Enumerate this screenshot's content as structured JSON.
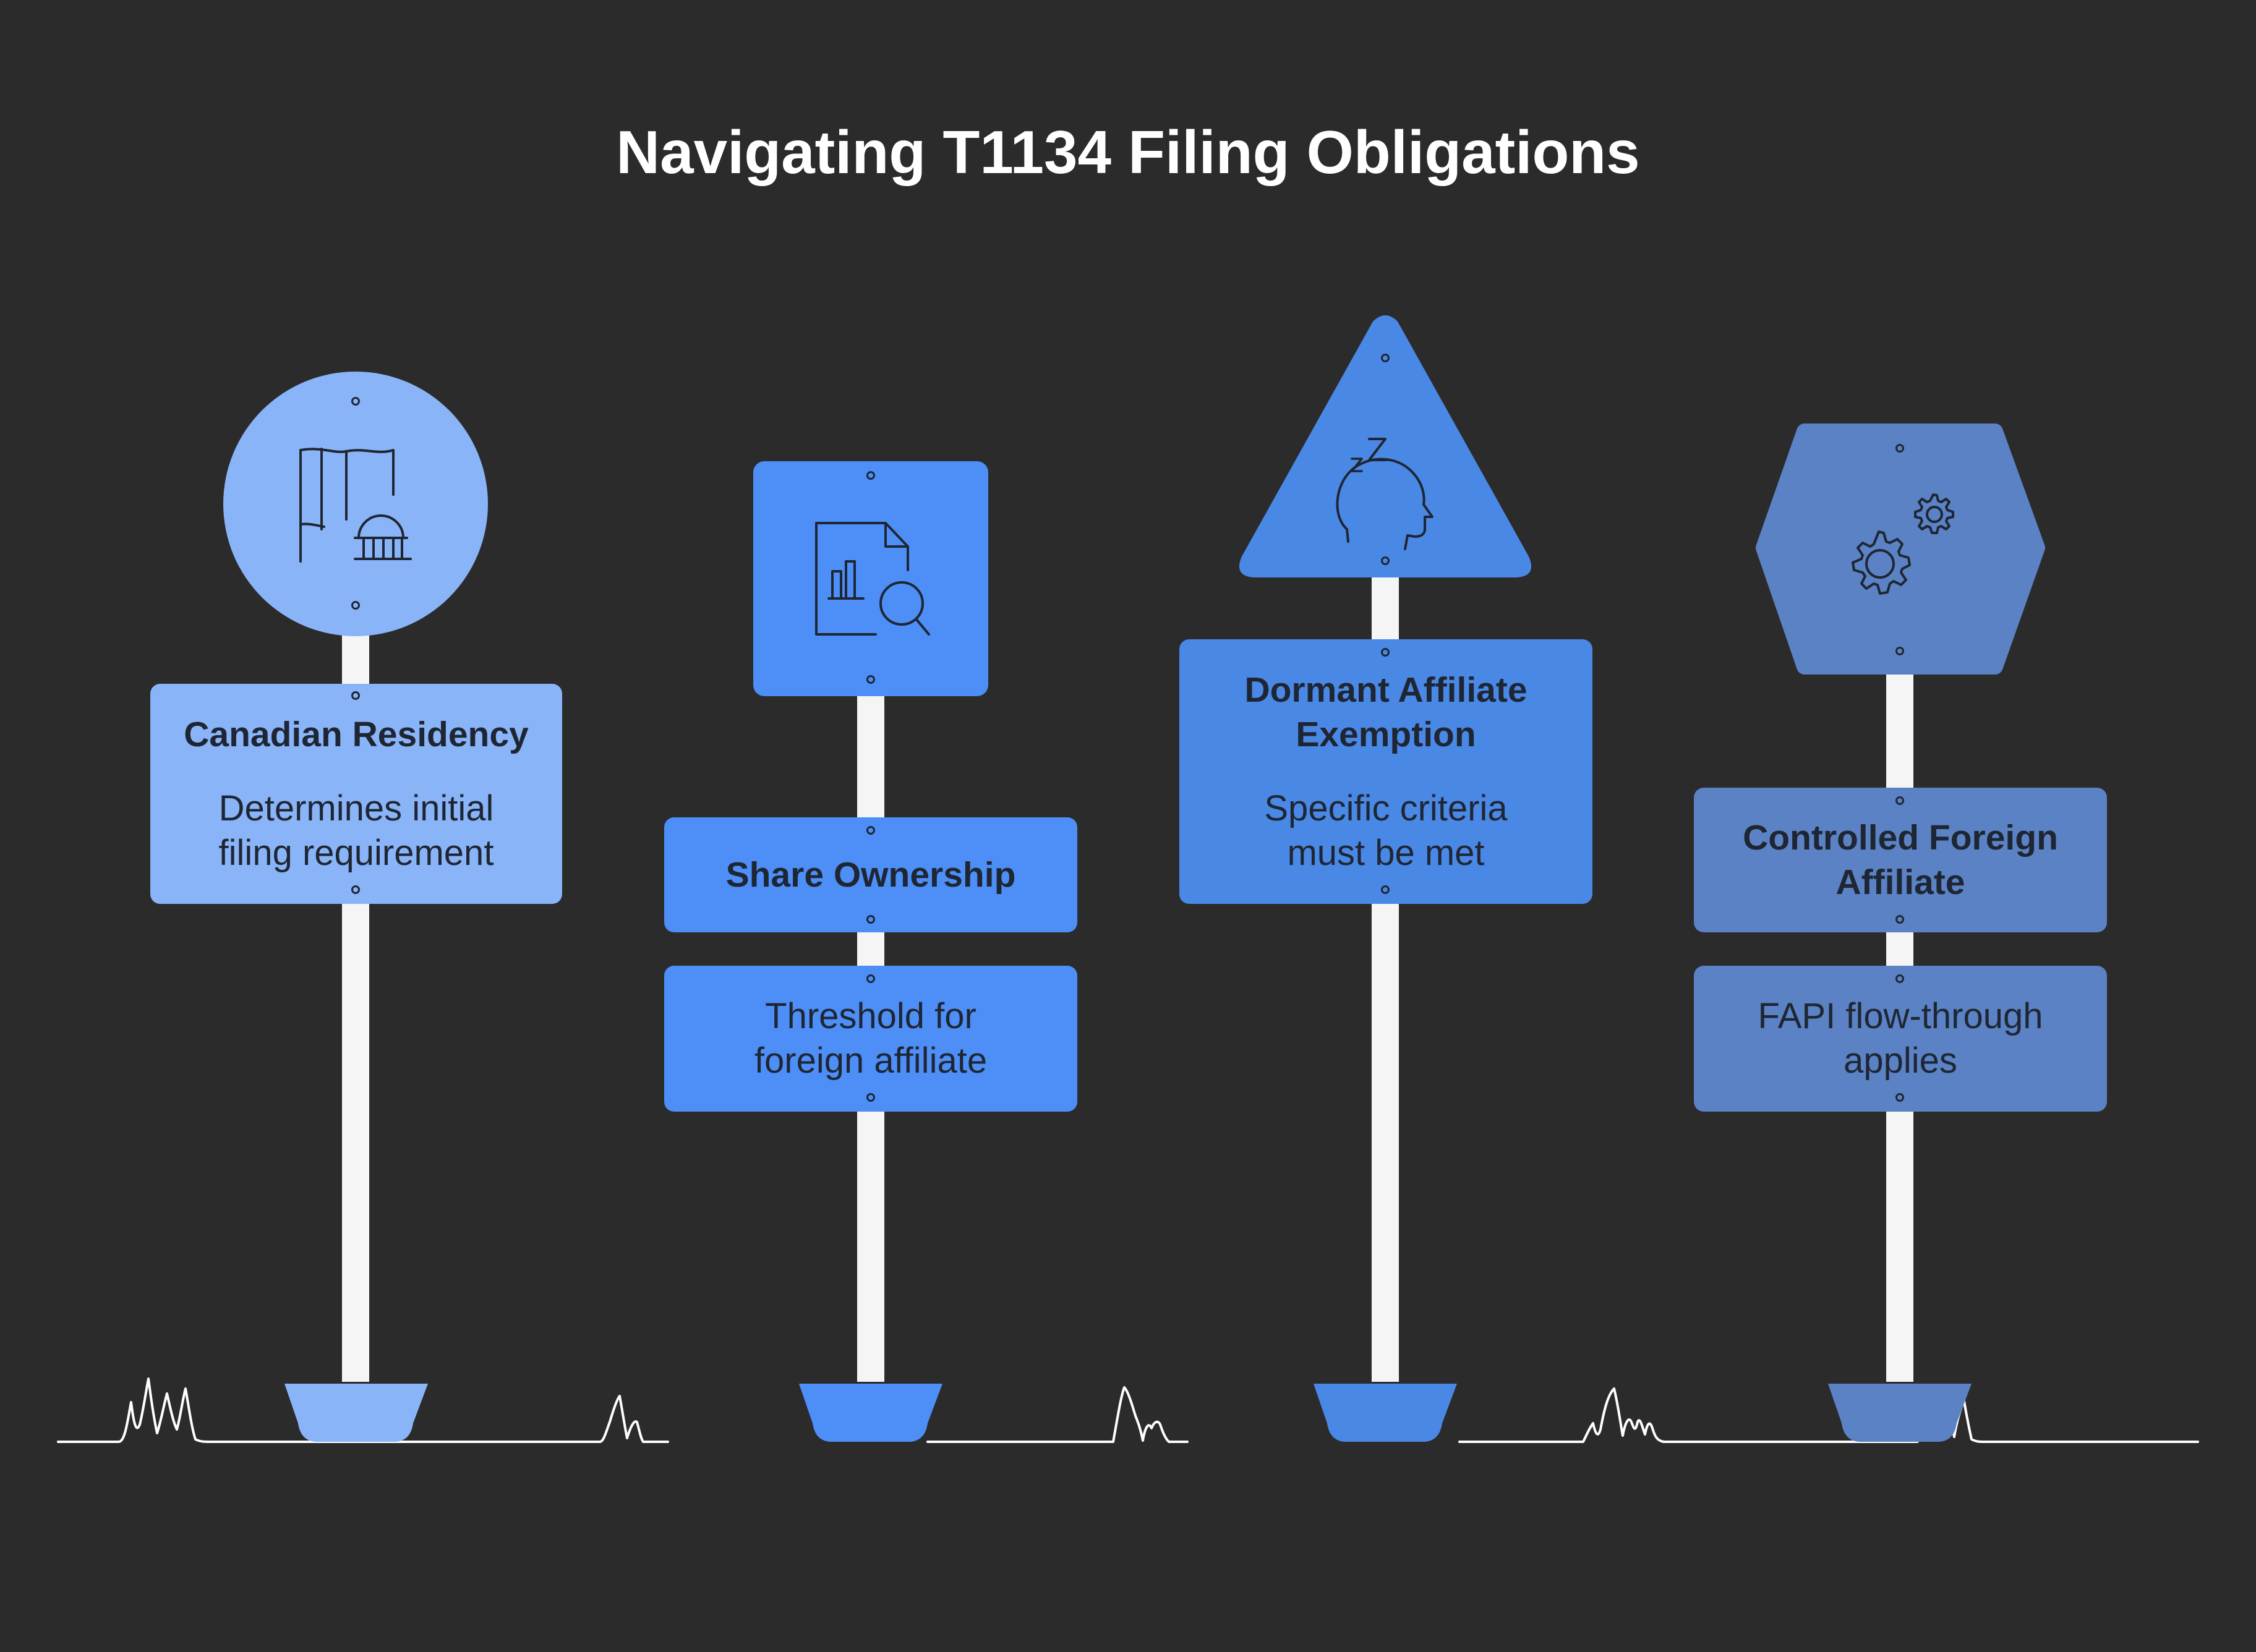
{
  "title": "Navigating T1134 Filing Obligations",
  "colors": {
    "background": "#2b2b2b",
    "pole": "#f5f5f5",
    "ground": "#ffffff",
    "residency": "#8ab4f8",
    "share": "#4d8ff7",
    "dormant": "#4a88e6",
    "controlled": "#5a82c4",
    "ink": "#1f2633"
  },
  "signs": [
    {
      "id": "canadian-residency",
      "shape": "circle",
      "icon": "flag-building-icon",
      "heading": "Canadian Residency",
      "description": "Determines initial filing requirement"
    },
    {
      "id": "share-ownership",
      "shape": "square",
      "icon": "document-chart-search-icon",
      "heading": "Share Ownership",
      "description": "Threshold for foreign affiliate"
    },
    {
      "id": "dormant-affiliate",
      "shape": "triangle",
      "icon": "sleeping-head-icon",
      "heading": "Dormant Affiliate Exemption",
      "description": "Specific criteria must be met"
    },
    {
      "id": "controlled-foreign-affiliate",
      "shape": "hexagon",
      "icon": "gears-icon",
      "heading": "Controlled Foreign Affiliate",
      "description": "FAPI flow-through applies"
    }
  ]
}
